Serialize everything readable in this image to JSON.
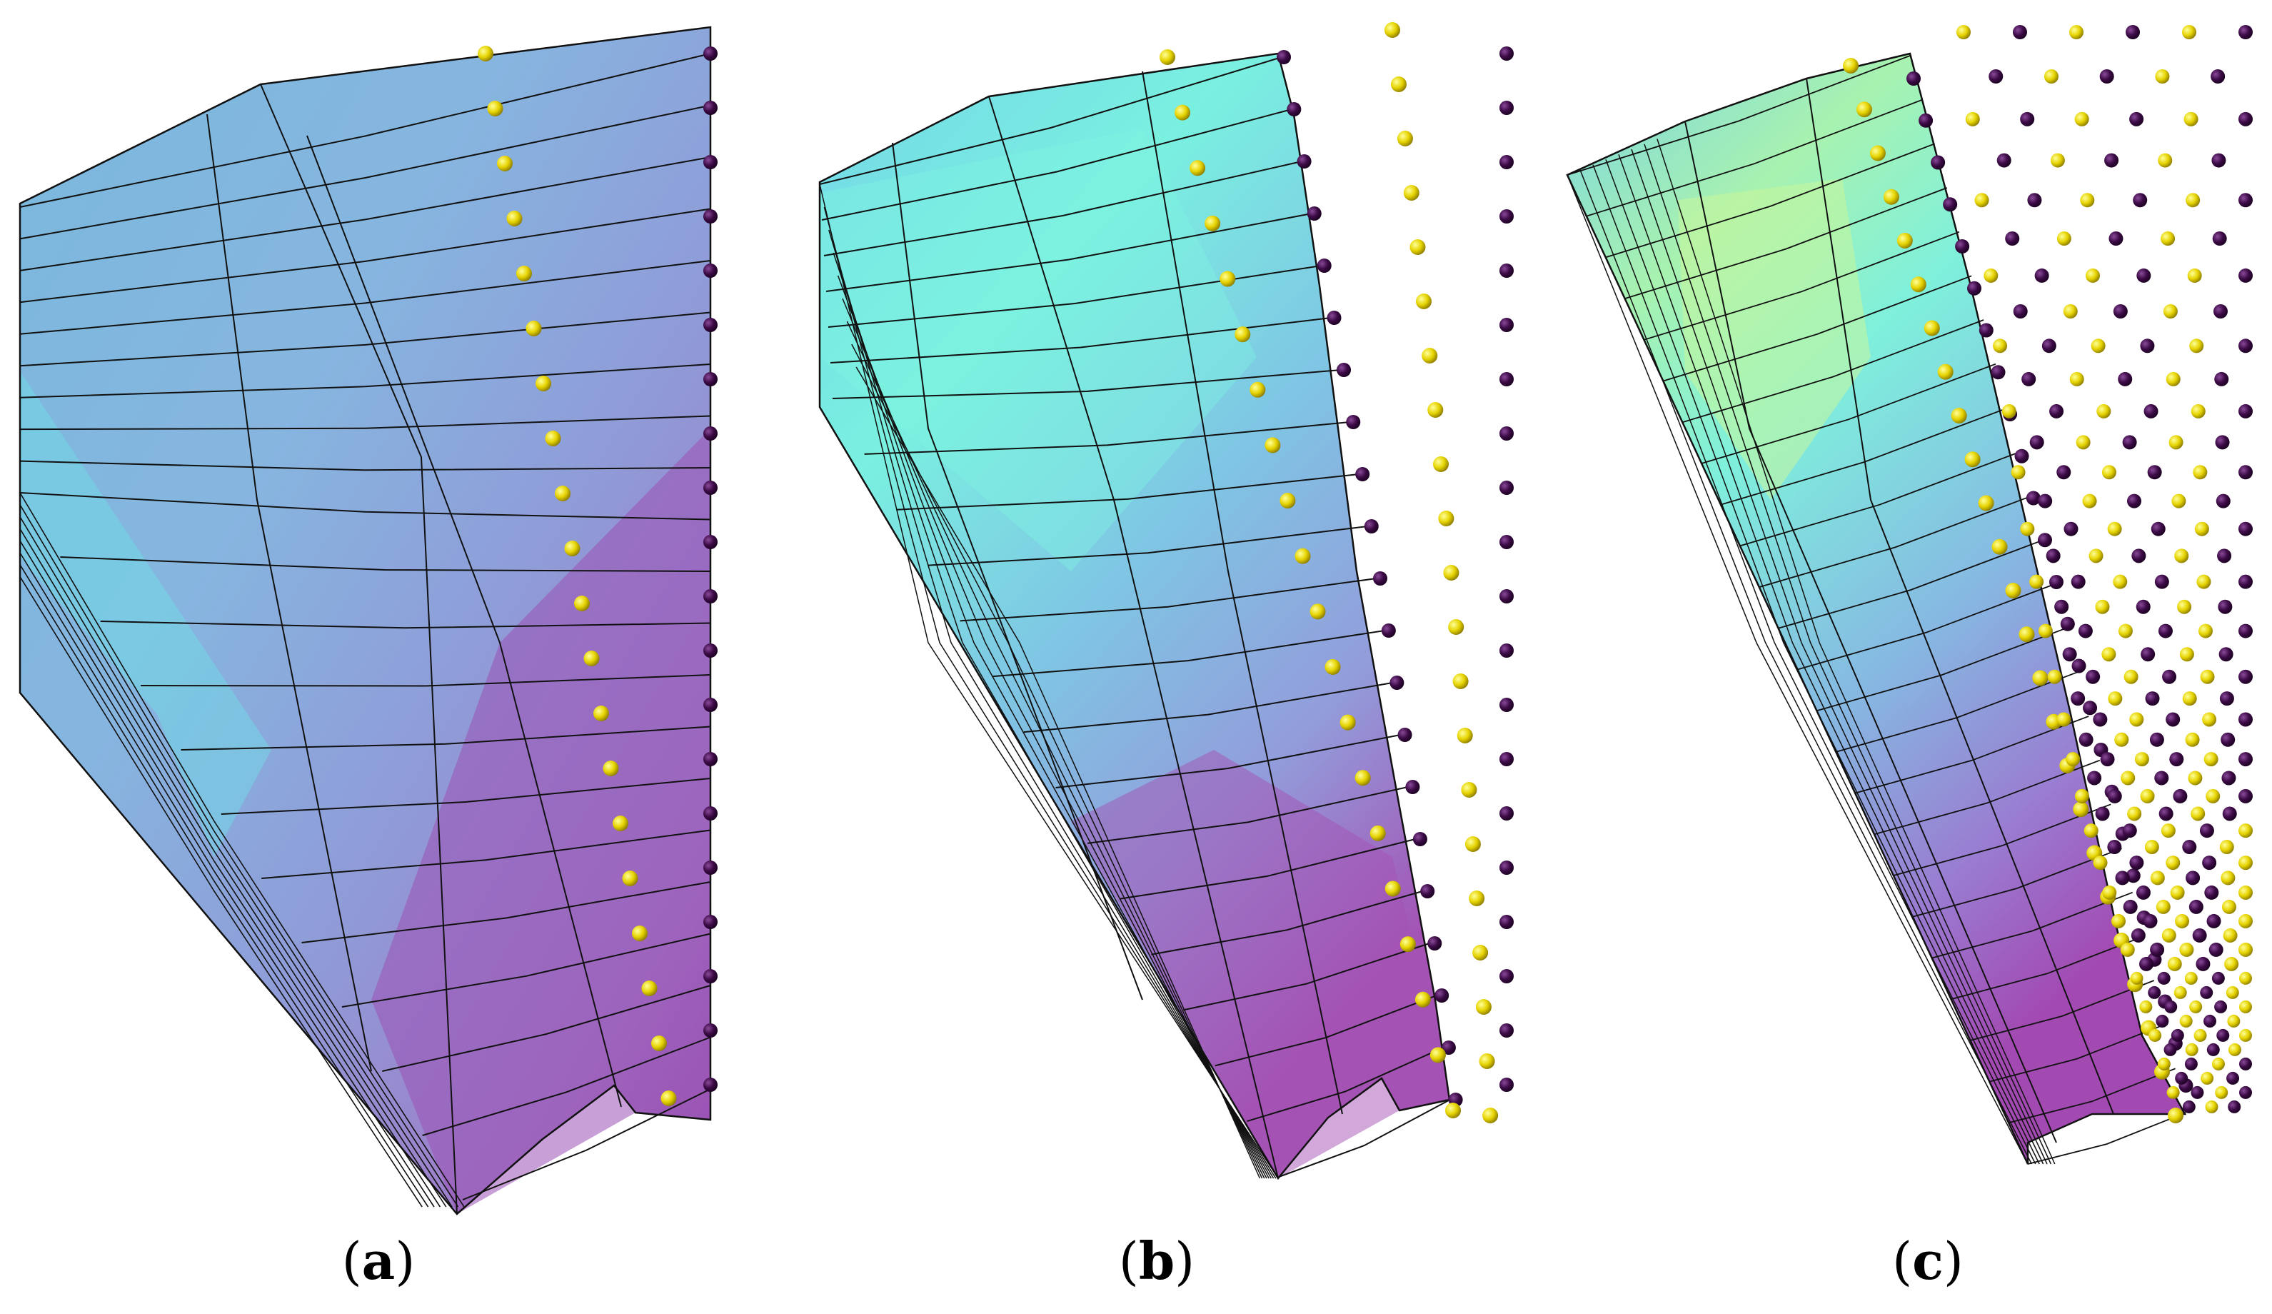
{
  "panels": [
    {
      "id": "a",
      "label_open": "(",
      "label_letter": "a",
      "label_close": ")"
    },
    {
      "id": "b",
      "label_open": "(",
      "label_letter": "b",
      "label_close": ")"
    },
    {
      "id": "c",
      "label_open": "(",
      "label_letter": "c",
      "label_close": ")"
    }
  ],
  "colors": {
    "mesh_line": "#111111",
    "yellow_node": "#e6d300",
    "purple_node": "#3b0a45",
    "teal": "#6fd3df",
    "blue": "#8ea0d9",
    "violet": "#9a5cb7",
    "green_tint": "#b8f29c"
  },
  "node_types": [
    "yellow-node",
    "purple-node"
  ]
}
